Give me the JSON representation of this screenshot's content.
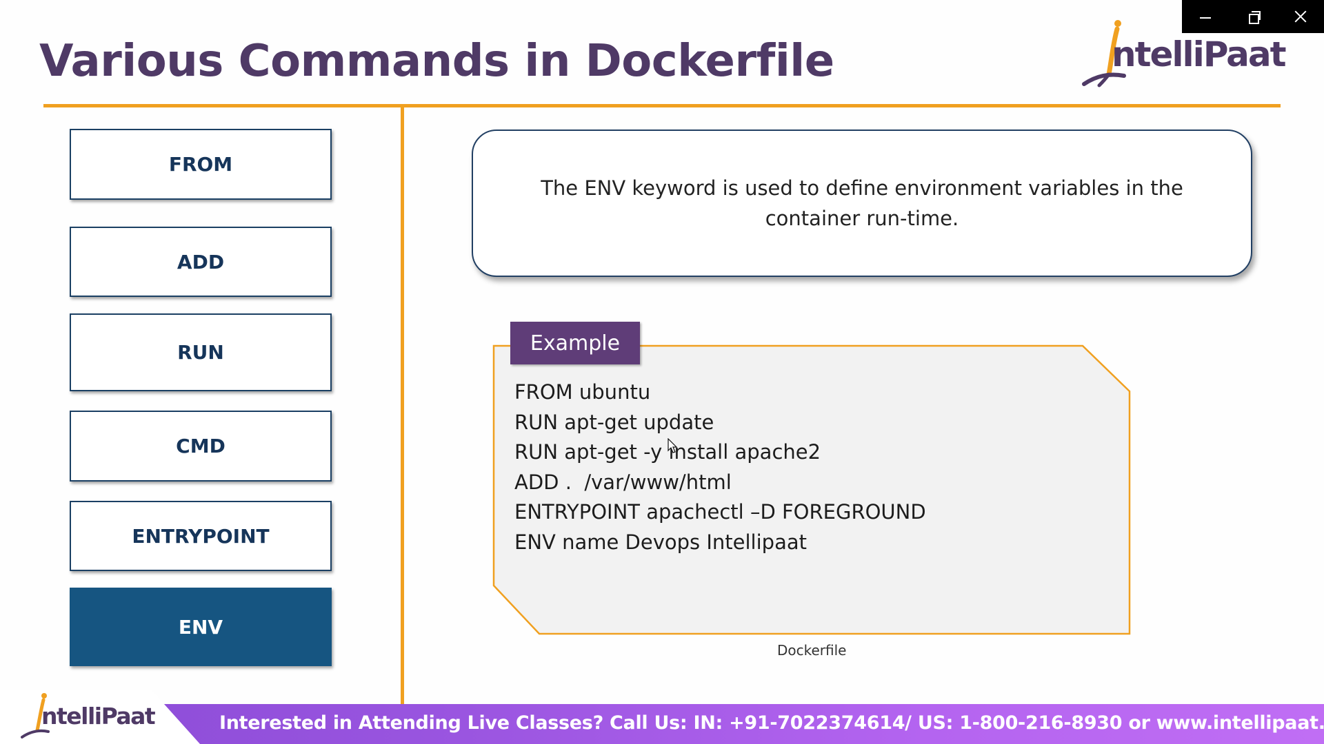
{
  "header": {
    "title": "Various Commands in Dockerfile",
    "logo_text": "ntelliPaat"
  },
  "commands": [
    {
      "label": "FROM",
      "active": false
    },
    {
      "label": "ADD",
      "active": false
    },
    {
      "label": "RUN",
      "active": false
    },
    {
      "label": "CMD",
      "active": false
    },
    {
      "label": "ENTRYPOINT",
      "active": false
    },
    {
      "label": "ENV",
      "active": true
    }
  ],
  "description": "The ENV keyword is used to define environment variables in the container run-time.",
  "example": {
    "tab_label": "Example",
    "lines": [
      "FROM ubuntu",
      "RUN apt-get update",
      "RUN apt-get -y install apache2",
      "ADD .  /var/www/html",
      "ENTRYPOINT apachectl –D FOREGROUND",
      "ENV name Devops Intellipaat"
    ],
    "caption": "Dockerfile"
  },
  "footer": {
    "logo_text": "ntelliPaat",
    "banner": "Interested in Attending Live Classes? Call Us: IN: +91-7022374614/ US: 1-800-216-8930 or www.intellipaat.com"
  },
  "colors": {
    "accent_orange": "#f0a020",
    "title_purple": "#4f3a66",
    "active_blue": "#165581",
    "tab_purple": "#5f3d78",
    "footer_purple": "#9a55e0"
  },
  "icons": {
    "window_controls": [
      "minimize-icon",
      "restore-icon",
      "close-icon"
    ],
    "logo": "intellipaat-figure-icon",
    "pointer": "mouse-cursor-icon"
  }
}
